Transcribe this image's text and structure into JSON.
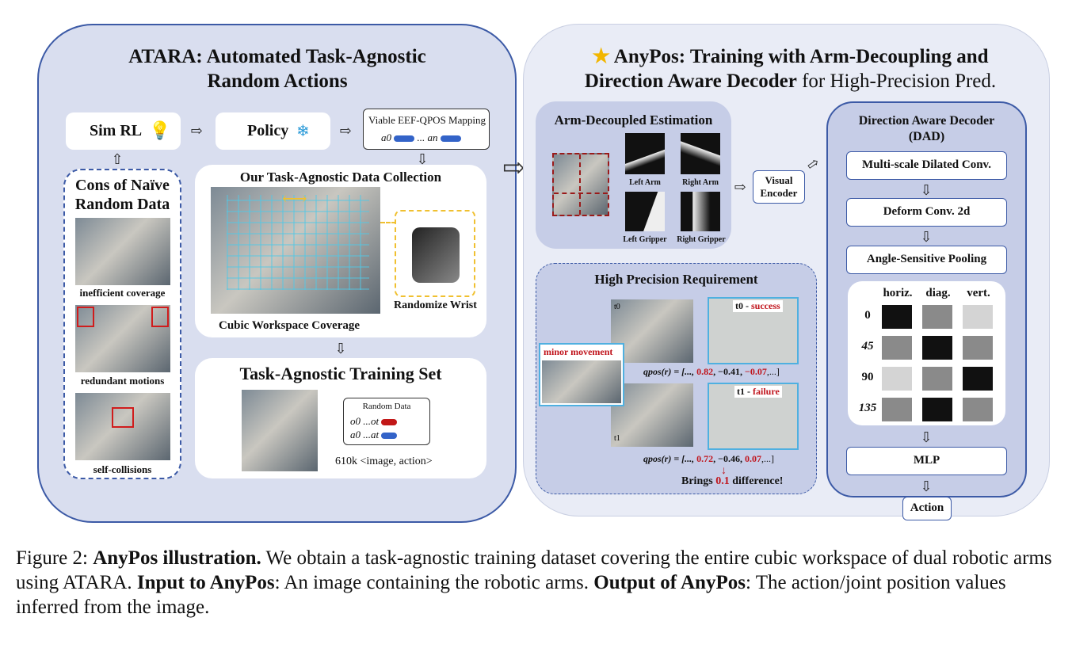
{
  "atara": {
    "title_line1": "ATARA: Automated Task-Agnostic",
    "title_line2": "Random Actions",
    "sim_rl": "Sim RL",
    "policy": "Policy",
    "viable_mapping": "Viable EEF-QPOS Mapping",
    "a0": "a0",
    "an": "an",
    "ellipsis": "...",
    "cons_title_line1": "Cons of Naïve",
    "cons_title_line2": "Random Data",
    "cons": [
      "inefficient coverage",
      "redundant motions",
      "self-collisions"
    ],
    "collection_title": "Our Task-Agnostic Data Collection",
    "cubic": "Cubic Workspace Coverage",
    "wrist": "Randomize Wrist",
    "training_set_title": "Task-Agnostic Training Set",
    "random_data": "Random Data",
    "row_o": "o0 ...ot",
    "row_a": "a0 ...at",
    "count": "610k <image, action>"
  },
  "anypos": {
    "title_line1": "AnyPos: Training with Arm-Decoupling and",
    "title_line2_bold": "Direction Aware Decoder",
    "title_line2_rest": " for High-Precision Pred.",
    "arm_decoupled_title": "Arm-Decoupled Estimation",
    "masks": [
      "Left Arm",
      "Right Arm",
      "Left Gripper",
      "Right Gripper"
    ],
    "visual_encoder_line1": "Visual",
    "visual_encoder_line2": "Encoder",
    "hp_title": "High Precision Requirement",
    "t0_label": "t0",
    "t1_label": "t1",
    "t0_status_prefix": "t0 - ",
    "t0_status": "success",
    "t1_status_prefix": "t1 - ",
    "t1_status": "failure",
    "minor_movement": "minor movement",
    "qpos_label": "qpos(r) = [...,",
    "qpos0_a": "0.82",
    "qpos0_b": ", −0.41, ",
    "qpos0_c": "−0.07",
    "qpos0_d": ",...]",
    "qpos1_a": "0.72",
    "qpos1_b": ", −0.46, ",
    "qpos1_c": "0.07",
    "qpos1_d": ",...]",
    "brings_prefix": "Brings ",
    "brings_value": "0.1",
    "brings_suffix": " difference!",
    "dad_title_line1": "Direction Aware Decoder",
    "dad_title_line2": "(DAD)",
    "steps": [
      "Multi-scale Dilated Conv.",
      "Deform Conv. 2d",
      "Angle-Sensitive Pooling"
    ],
    "pool_cols": [
      "horiz.",
      "diag.",
      "vert."
    ],
    "pool_rows": [
      "0",
      "45",
      "90",
      "135"
    ],
    "mlp": "MLP",
    "action": "Action"
  },
  "caption": {
    "prefix": "Figure 2: ",
    "bold1": "AnyPos illustration.",
    "text1": " We obtain a task-agnostic training dataset covering the entire cubic workspace of dual robotic arms using ATARA. ",
    "bold2": "Input to AnyPos",
    "text2": ": An image containing the robotic arms. ",
    "bold3": "Output of AnyPos",
    "text3": ": The action/joint position values inferred from the image."
  },
  "colors": {
    "accent_blue": "#3c5aa6",
    "red": "#c0141c",
    "panel_fill": "#d9deef"
  }
}
